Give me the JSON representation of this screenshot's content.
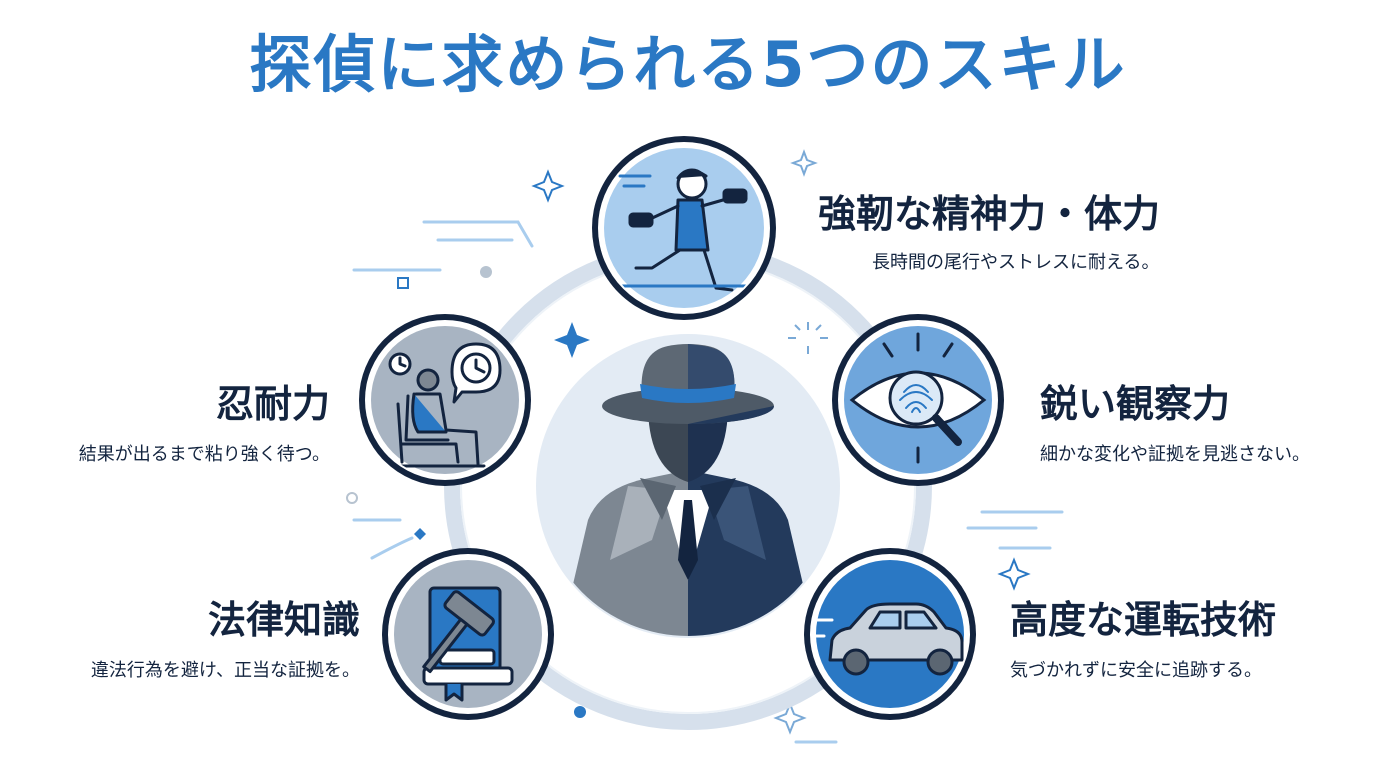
{
  "title": "探偵に求められる5つのスキル",
  "skills": [
    {
      "name": "強靭な精神力・体力",
      "desc": "長時間の尾行やストレスに耐える。",
      "icon": "runner-dumbbell-icon"
    },
    {
      "name": "鋭い観察力",
      "desc": "細かな変化や証拠を見逃さない。",
      "icon": "eye-magnifier-fingerprint-icon"
    },
    {
      "name": "高度な運転技術",
      "desc": "気づかれずに安全に追跡する。",
      "icon": "car-icon"
    },
    {
      "name": "法律知識",
      "desc": "違法行為を避け、正当な証拠を。",
      "icon": "gavel-book-icon"
    },
    {
      "name": "忍耐力",
      "desc": "結果が出るまで粘り強く待つ。",
      "icon": "waiting-person-clock-icon"
    }
  ],
  "center": {
    "icon": "detective-silhouette-icon"
  },
  "colors": {
    "title": "#2a78c4",
    "navy": "#13243f",
    "accent": "#2a78c4",
    "ring": "#d6e0ec",
    "light_blue": "#a9cdee"
  }
}
